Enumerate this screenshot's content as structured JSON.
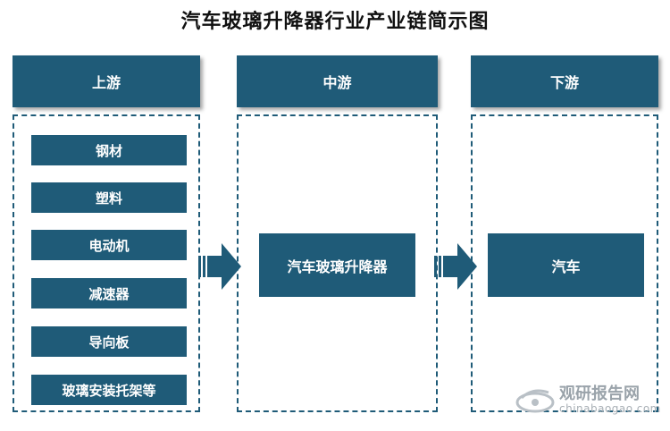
{
  "title": "汽车玻璃升降器行业产业链简示图",
  "columns": [
    {
      "header": "上游",
      "items": [
        "钢材",
        "塑料",
        "电动机",
        "减速器",
        "导向板",
        "玻璃安装托架等"
      ]
    },
    {
      "header": "中游",
      "box": "汽车玻璃升降器"
    },
    {
      "header": "下游",
      "box": "汽车"
    }
  ],
  "watermark": {
    "cn": "观研报告网",
    "en": "chinabaogao.com"
  },
  "colors": {
    "primary": "#1f5b78",
    "dashed_border": "#1f5b78"
  }
}
